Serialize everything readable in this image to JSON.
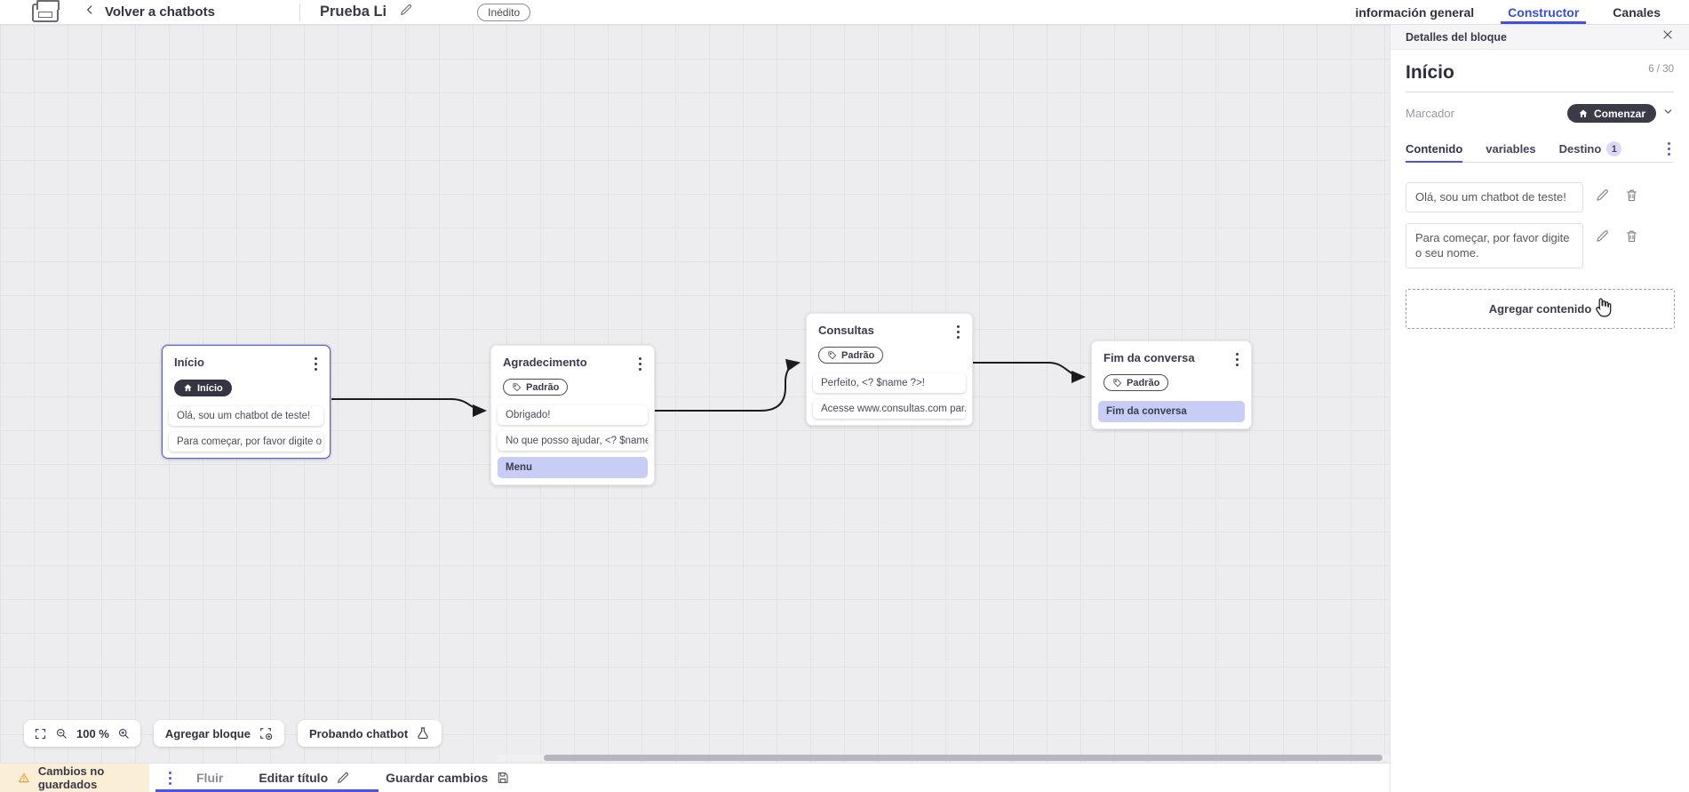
{
  "topbar": {
    "back_label": "Volver a chatbots",
    "bot_title": "Prueba Li",
    "status_badge": "Inédito",
    "tabs": [
      {
        "label": "información general"
      },
      {
        "label": "Constructor"
      },
      {
        "label": "Canales"
      }
    ],
    "accent_color": "#3a4de0"
  },
  "canvas": {
    "zoom_level": "100 %",
    "toolbar": {
      "add_block_label": "Agregar bloque",
      "test_chatbot_label": "Probando chatbot"
    },
    "nodes": [
      {
        "title": "Início",
        "start_badge": "Início",
        "rows": [
          {
            "text": "Olá, sou um chatbot de teste!"
          },
          {
            "text": "Para começar, por favor digite o ..."
          }
        ]
      },
      {
        "title": "Agradecimento",
        "tag": "Padrão",
        "rows": [
          {
            "text": "Obrigado!"
          },
          {
            "text": "No que posso ajudar, <? $name ..."
          },
          {
            "text": "Menu",
            "highlight": true
          }
        ]
      },
      {
        "title": "Consultas",
        "tag": "Padrão",
        "rows": [
          {
            "text": "Perfeito, <? $name ?>!"
          },
          {
            "text": "Acesse www.consultas.com par..."
          }
        ]
      },
      {
        "title": "Fim da conversa",
        "tag": "Padrão",
        "rows": [
          {
            "text": "Fim da conversa",
            "highlight": true
          }
        ]
      }
    ],
    "highlight_color": "#c7cdf4",
    "selected_node_border": "#5a60d6"
  },
  "panel": {
    "header_title": "Detalles del bloque",
    "block_name": "Início",
    "name_counter": "6 / 30",
    "marker_label": "Marcador",
    "marker_value": "Comenzar",
    "tabs": [
      {
        "label": "Contenido"
      },
      {
        "label": "variables"
      },
      {
        "label": "Destino",
        "badge": "1"
      }
    ],
    "contents": [
      {
        "text": "Olá, sou um chatbot de teste!"
      },
      {
        "text": "Para começar, por favor digite o seu nome."
      }
    ],
    "add_content_label": "Agregar contenido"
  },
  "bottombar": {
    "unsaved_label": "Cambios no guardados",
    "flow_tab_label": "Fluir",
    "edit_title_label": "Editar título",
    "save_label": "Guardar cambios",
    "warning_color": "#e8a33d"
  }
}
